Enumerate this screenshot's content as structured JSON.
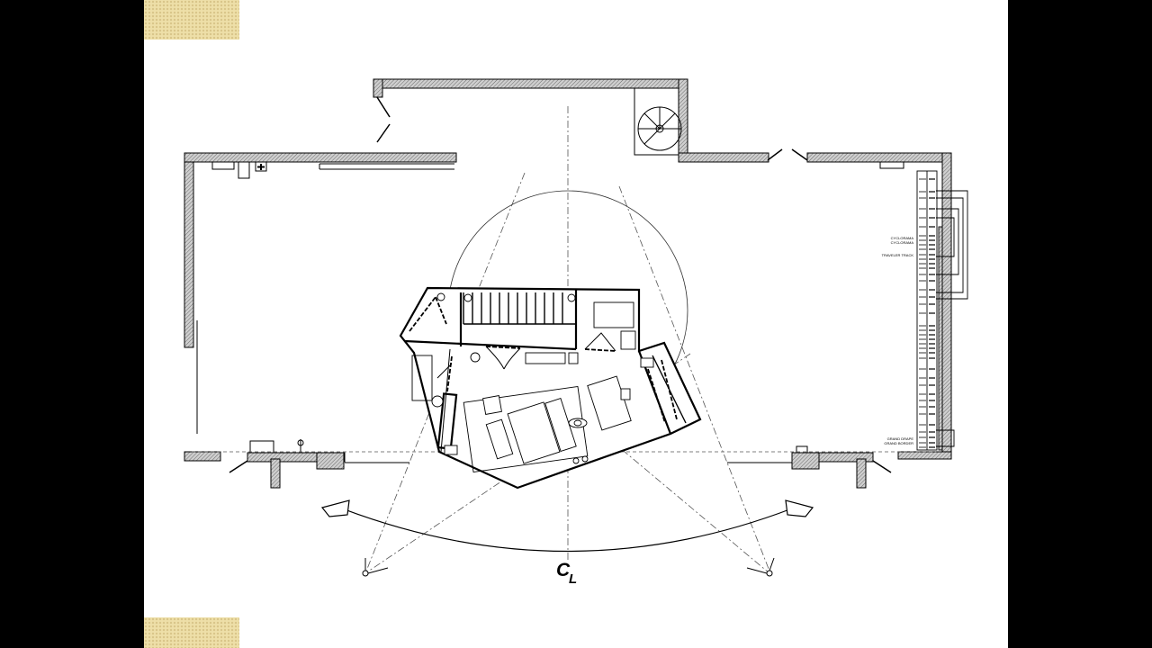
{
  "centerline_label": {
    "main": "C",
    "sub": "L"
  },
  "fly_rail": {
    "labels": [
      "CYCLORAMA",
      "CYCLORAMA",
      "TRAVELER TRACK",
      "GRAND DRAPE",
      "GRAND BORDER"
    ]
  },
  "colors": {
    "background": "#000000",
    "slide": "#ffffff",
    "corner_tab": "#eedfa8",
    "wall_fill": "#bdbdbd",
    "ink": "#000000"
  }
}
